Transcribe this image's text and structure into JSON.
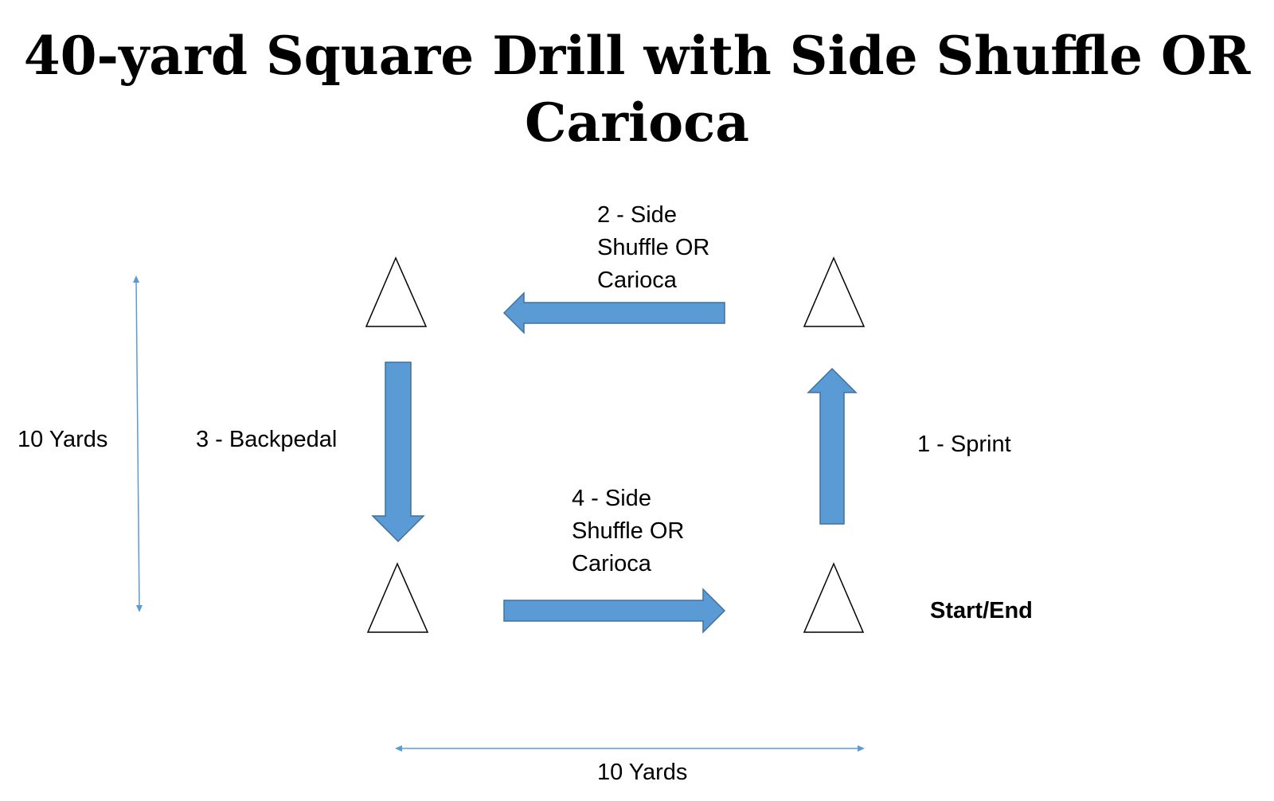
{
  "title": "40-yard Square Drill with Side Shuffle OR Carioca",
  "labels": {
    "step1": "1 - Sprint",
    "step2_line1": "2 - Side",
    "step2_line2": "Shuffle OR",
    "step2_line3": "Carioca",
    "step3": "3 - Backpedal",
    "step4_line1": "4 - Side",
    "step4_line2": "Shuffle OR",
    "step4_line3": "Carioca",
    "start_end": "Start/End",
    "vertical_dimension": "10 Yards",
    "horizontal_dimension": "10 Yards"
  },
  "colors": {
    "arrow_fill": "#5B9BD5",
    "arrow_stroke": "#41719C",
    "dimension_line": "#5B9BD5",
    "cone_stroke": "#000000"
  },
  "icons": {
    "cone": "triangle-cone-icon",
    "move_arrow": "block-arrow-icon"
  }
}
